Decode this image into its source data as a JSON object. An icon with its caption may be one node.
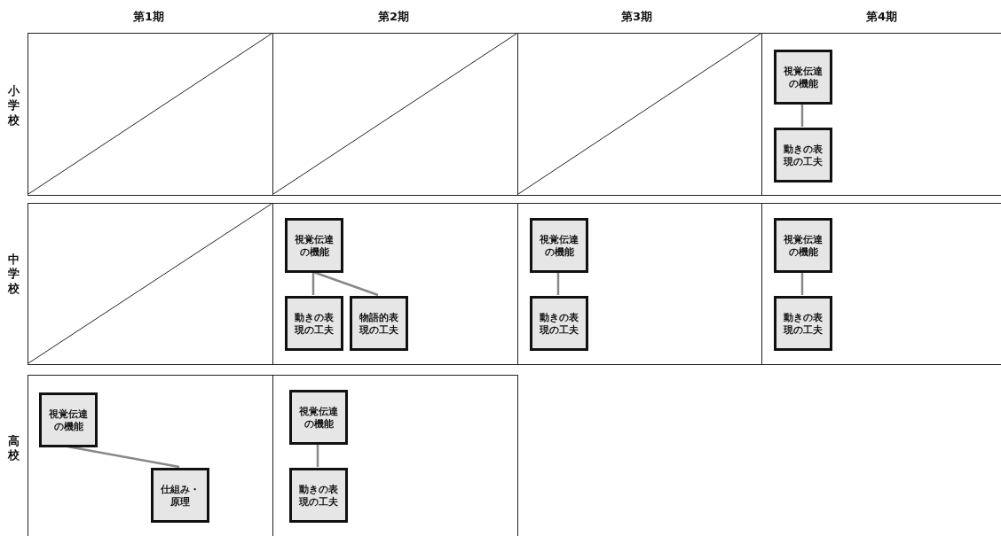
{
  "diagram": {
    "nodes": [
      {
        "text": [],
        "shape": "box"
      },
      {
        "text": [],
        "shape": "box"
      },
      {
        "text": [],
        "shape": "box"
      },
      {
        "text": [],
        "shape": "box"
      },
      {
        "text": [
          "視覚伝達の機能"
        ],
        "in": 3
      },
      {
        "text": [
          "動きの表現の工夫"
        ],
        "in": 3
      },
      {
        "text": [],
        "shape": "box"
      },
      {
        "text": [],
        "shape": "box"
      },
      {
        "text": [
          "視覚伝達の機能"
        ],
        "in": 7
      },
      {
        "text": [
          "動きの表現の工夫"
        ],
        "in": 7
      },
      {
        "text": [
          "物語的表現の工夫"
        ],
        "in": 7
      },
      {
        "text": [],
        "shape": "box"
      },
      {
        "text": [
          "視覚伝達の機能"
        ],
        "in": 11
      },
      {
        "text": [
          "動きの表現の工夫"
        ],
        "in": 11
      },
      {
        "text": [],
        "shape": "box"
      },
      {
        "text": [
          "視覚伝達の機能"
        ],
        "in": 14
      },
      {
        "text": [
          "動きの表現の工夫"
        ],
        "in": 14
      },
      {
        "text": [],
        "shape": "box"
      },
      {
        "text": [
          "視覚伝達の機能"
        ],
        "in": 17
      },
      {
        "text": [
          "仕組み・原理"
        ],
        "in": 17
      },
      {
        "text": [],
        "shape": "box"
      },
      {
        "text": [
          "視覚伝達の機能"
        ],
        "in": 20
      },
      {
        "text": [
          "動きの表現の工夫"
        ],
        "in": 20
      }
    ],
    "edges": [
      {
        "from": 4,
        "to": 5,
        "arrow": "none"
      },
      {
        "from": 8,
        "to": 9,
        "arrow": "none"
      },
      {
        "from": 8,
        "to": 10,
        "arrow": "none"
      },
      {
        "from": 12,
        "to": 13,
        "arrow": "none"
      },
      {
        "from": 15,
        "to": 16,
        "arrow": "none"
      },
      {
        "from": 18,
        "to": 19,
        "arrow": "none"
      },
      {
        "from": 21,
        "to": 22,
        "arrow": "none"
      }
    ],
    "labels": [
      "第1期",
      "第2期",
      "第3期",
      "第4期",
      "小学校",
      "中学校",
      "高校"
    ]
  }
}
